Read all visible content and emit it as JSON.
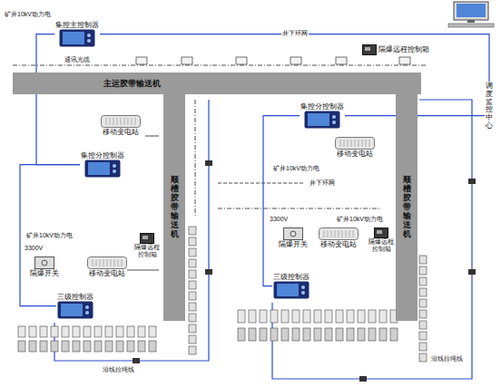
{
  "diagram": {
    "nodes": [
      {
        "text": [
          "主运胶带输送机"
        ]
      },
      {
        "text": [
          "顺槽胶带输送机"
        ]
      },
      {
        "text": [
          "顺槽胶带输送机"
        ]
      },
      {
        "text": [
          "集控主控制器"
        ]
      },
      {
        "text": [
          "集控分控制器"
        ]
      },
      {
        "text": [
          "集控分控制器"
        ]
      },
      {
        "text": [
          "三级控制器"
        ]
      },
      {
        "text": [
          "三级控制器"
        ]
      },
      {
        "text": [
          "调度监控中心"
        ]
      },
      {
        "text": [
          "移动变电站"
        ]
      },
      {
        "text": [
          "移动变电站"
        ]
      },
      {
        "text": [
          "移动变电站"
        ]
      },
      {
        "text": [
          "移动变电站"
        ]
      },
      {
        "text": [
          "隔爆开关"
        ]
      },
      {
        "text": [
          "隔爆开关"
        ]
      },
      {
        "text": [
          "隔爆远程控制箱"
        ]
      },
      {
        "text": [
          "隔爆远程控制箱"
        ]
      },
      {
        "text": [
          "隔爆远程控制箱"
        ]
      }
    ],
    "edges": [
      {
        "from": 3,
        "to": 8,
        "arrow": "none",
        "label": "井下环网"
      },
      {
        "from": 4,
        "to": 8,
        "arrow": "none"
      },
      {
        "from": 5,
        "to": 3,
        "arrow": "none"
      },
      {
        "from": 6,
        "to": 5,
        "arrow": "none"
      },
      {
        "from": 7,
        "to": 4,
        "arrow": "none"
      }
    ],
    "labels": [
      "矿井10kV动力电",
      "矿井10kV动力电",
      "矿井10kV动力电",
      "矿井10kV动力电",
      "井下环网",
      "通讯光缆",
      "3300V",
      "3300V",
      "沿线拉绳线",
      "沿线拉绳线"
    ]
  }
}
